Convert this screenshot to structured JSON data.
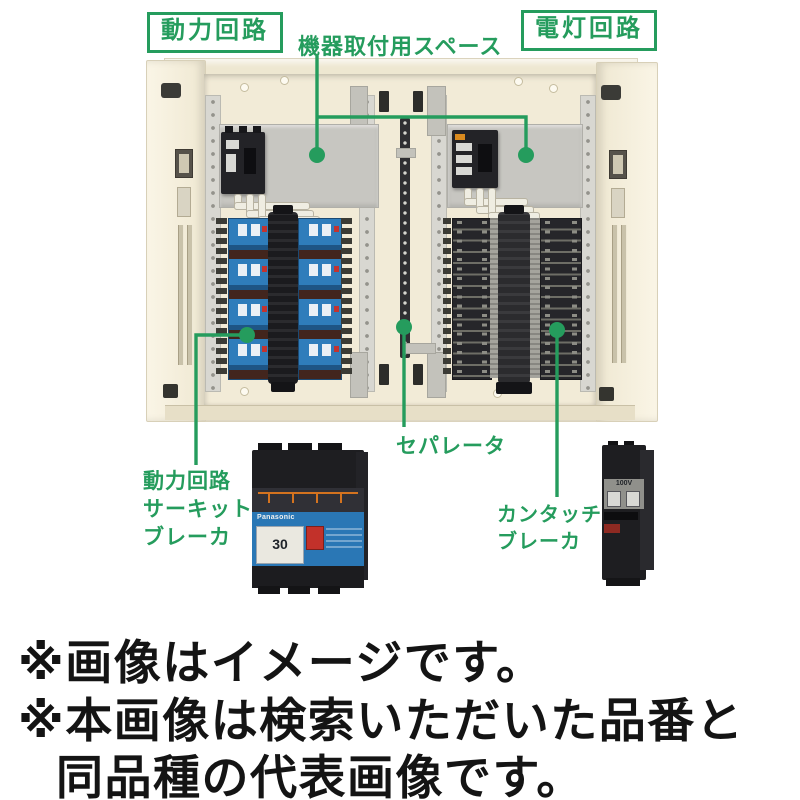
{
  "annotations": {
    "power_circuit_box": "動力回路",
    "mounting_space": "機器取付用スペース",
    "lighting_circuit_box": "電灯回路",
    "separator": "セパレータ",
    "power_breaker": {
      "line1": "動力回路",
      "line2": "サーキット",
      "line3": "ブレーカ"
    },
    "kantouch_breaker": {
      "line1": "カンタッチ",
      "line2": "ブレーカ"
    }
  },
  "products": {
    "circuit_breaker": {
      "brand": "Panasonic",
      "rating": "30"
    },
    "kantouch": {
      "voltage": "100V"
    }
  },
  "disclaimer": {
    "line1": "※画像はイメージです。",
    "line2": "※本画像は検索いただいた品番と",
    "line3": "同品種の代表画像です。"
  },
  "colors": {
    "accent_green": "#259c5d",
    "cabinet_cream": "#eee7d1",
    "interior_cream": "#f2ebd7",
    "mounting_plate_gray": "#c7c6c1",
    "breaker_blue": "#2f7dbb",
    "busbar_black": "#1b1b1e",
    "disclaimer_black": "#141414"
  }
}
